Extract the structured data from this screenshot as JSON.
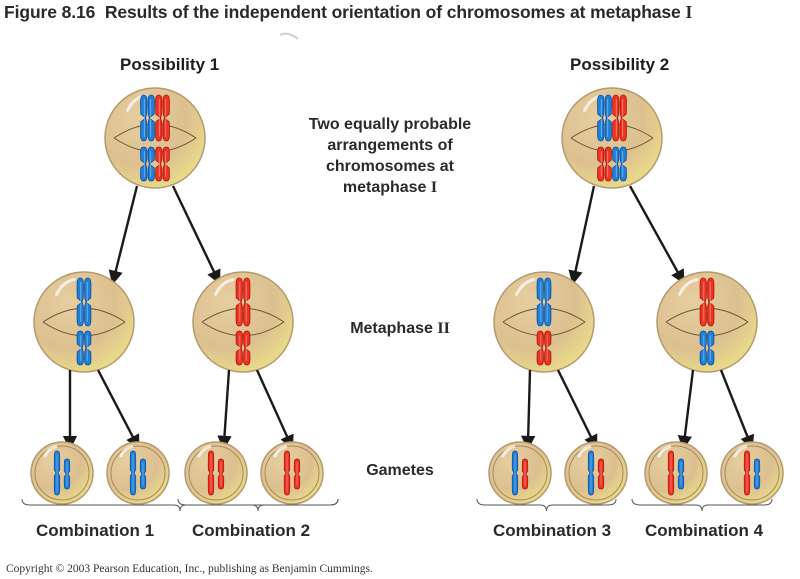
{
  "figure": {
    "number": "Figure 8.16",
    "title_text": "Results of the independent orientation of chromosomes at metaphase",
    "title_roman": "I"
  },
  "possibilities": [
    {
      "label": "Possibility 1",
      "metaphase_I": {
        "top_pair": [
          "blue",
          "red"
        ],
        "bottom_pair": [
          "blue",
          "red"
        ]
      },
      "metaphase_II": [
        {
          "top": "blue",
          "bottom": "blue"
        },
        {
          "top": "red",
          "bottom": "red"
        }
      ],
      "gametes": [
        {
          "long": "blue",
          "short": "blue"
        },
        {
          "long": "blue",
          "short": "blue"
        },
        {
          "long": "red",
          "short": "red"
        },
        {
          "long": "red",
          "short": "red"
        }
      ],
      "combinations": [
        "Combination 1",
        "Combination 2"
      ]
    },
    {
      "label": "Possibility 2",
      "metaphase_I": {
        "top_pair": [
          "blue",
          "red"
        ],
        "bottom_pair": [
          "red",
          "blue"
        ]
      },
      "metaphase_II": [
        {
          "top": "blue",
          "bottom": "red"
        },
        {
          "top": "red",
          "bottom": "blue"
        }
      ],
      "gametes": [
        {
          "long": "blue",
          "short": "red"
        },
        {
          "long": "blue",
          "short": "red"
        },
        {
          "long": "red",
          "short": "blue"
        },
        {
          "long": "red",
          "short": "blue"
        }
      ],
      "combinations": [
        "Combination 3",
        "Combination 4"
      ]
    }
  ],
  "stage_labels": {
    "metaphase_I_line1": "Two equally probable",
    "metaphase_I_line2": "arrangements of",
    "metaphase_I_line3": "chromosomes at",
    "metaphase_I_line4": "metaphase",
    "metaphase_I_roman": "I",
    "metaphase_II": "Metaphase",
    "metaphase_II_roman": "II",
    "gametes": "Gametes"
  },
  "copyright": "Copyright © 2003 Pearson Education, Inc., publishing as Benjamin Cummings.",
  "colors": {
    "blue": "#1f7fd6",
    "blue_dark": "#0d4f9c",
    "red": "#ee3322",
    "red_dark": "#a8160c",
    "cell_fill": "#dcc090",
    "cell_edge": "#b49a6c",
    "cell_highlight": "#f1e48a",
    "arrow": "#1a1a1a"
  }
}
